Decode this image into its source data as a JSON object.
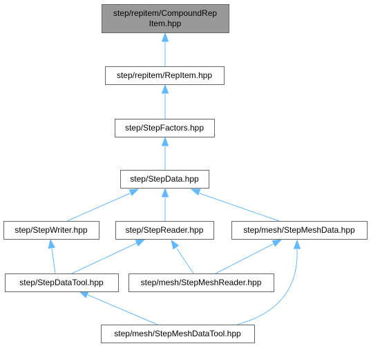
{
  "diagram": {
    "type": "include-dependency-graph",
    "colors": {
      "root_fill": "#999999",
      "node_fill": "#ffffff",
      "node_border": "#666666",
      "edge": "#63b8ff",
      "text": "#000000"
    },
    "nodes": [
      {
        "id": "compound",
        "lines": [
          "step/repitem/CompoundRep",
          "Item.hpp"
        ],
        "root": true
      },
      {
        "id": "repitem",
        "lines": [
          "step/repitem/RepItem.hpp"
        ]
      },
      {
        "id": "factors",
        "lines": [
          "step/StepFactors.hpp"
        ]
      },
      {
        "id": "data",
        "lines": [
          "step/StepData.hpp"
        ]
      },
      {
        "id": "writer",
        "lines": [
          "step/StepWriter.hpp"
        ]
      },
      {
        "id": "reader",
        "lines": [
          "step/StepReader.hpp"
        ]
      },
      {
        "id": "meshdata",
        "lines": [
          "step/mesh/StepMeshData.hpp"
        ]
      },
      {
        "id": "datatool",
        "lines": [
          "step/StepDataTool.hpp"
        ]
      },
      {
        "id": "meshreader",
        "lines": [
          "step/mesh/StepMeshReader.hpp"
        ]
      },
      {
        "id": "meshdatatool",
        "lines": [
          "step/mesh/StepMeshDataTool.hpp"
        ]
      }
    ],
    "edges": [
      {
        "from": "repitem",
        "to": "compound"
      },
      {
        "from": "factors",
        "to": "repitem"
      },
      {
        "from": "data",
        "to": "factors"
      },
      {
        "from": "writer",
        "to": "data"
      },
      {
        "from": "reader",
        "to": "data"
      },
      {
        "from": "meshdata",
        "to": "data"
      },
      {
        "from": "datatool",
        "to": "writer"
      },
      {
        "from": "datatool",
        "to": "reader"
      },
      {
        "from": "meshreader",
        "to": "reader"
      },
      {
        "from": "meshreader",
        "to": "meshdata"
      },
      {
        "from": "meshdatatool",
        "to": "datatool"
      },
      {
        "from": "meshdatatool",
        "to": "meshdata"
      }
    ]
  }
}
